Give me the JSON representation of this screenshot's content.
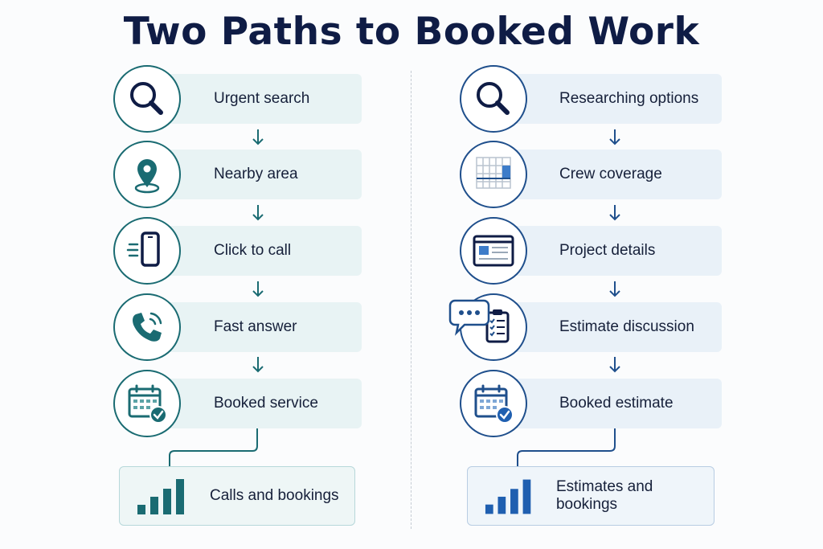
{
  "title": "Two Paths to Booked Work",
  "colors": {
    "left_accent": "#1a6b72",
    "right_accent": "#1f4f8c",
    "title": "#0f1c45"
  },
  "left_path": {
    "steps": [
      {
        "label": "Urgent search",
        "icon": "magnifier-icon"
      },
      {
        "label": "Nearby area",
        "icon": "location-pin-icon"
      },
      {
        "label": "Click to call",
        "icon": "smartphone-icon"
      },
      {
        "label": "Fast answer",
        "icon": "phone-ringing-icon"
      },
      {
        "label": "Booked service",
        "icon": "calendar-check-icon"
      }
    ],
    "result": {
      "label": "Calls and bookings",
      "icon": "bar-chart-icon"
    }
  },
  "right_path": {
    "steps": [
      {
        "label": "Researching options",
        "icon": "magnifier-icon"
      },
      {
        "label": "Crew coverage",
        "icon": "schedule-grid-icon"
      },
      {
        "label": "Project details",
        "icon": "browser-window-icon"
      },
      {
        "label": "Estimate discussion",
        "icon": "chat-clipboard-icon"
      },
      {
        "label": "Booked estimate",
        "icon": "calendar-check-icon"
      }
    ],
    "result": {
      "label": "Estimates and bookings",
      "icon": "bar-chart-icon"
    }
  }
}
